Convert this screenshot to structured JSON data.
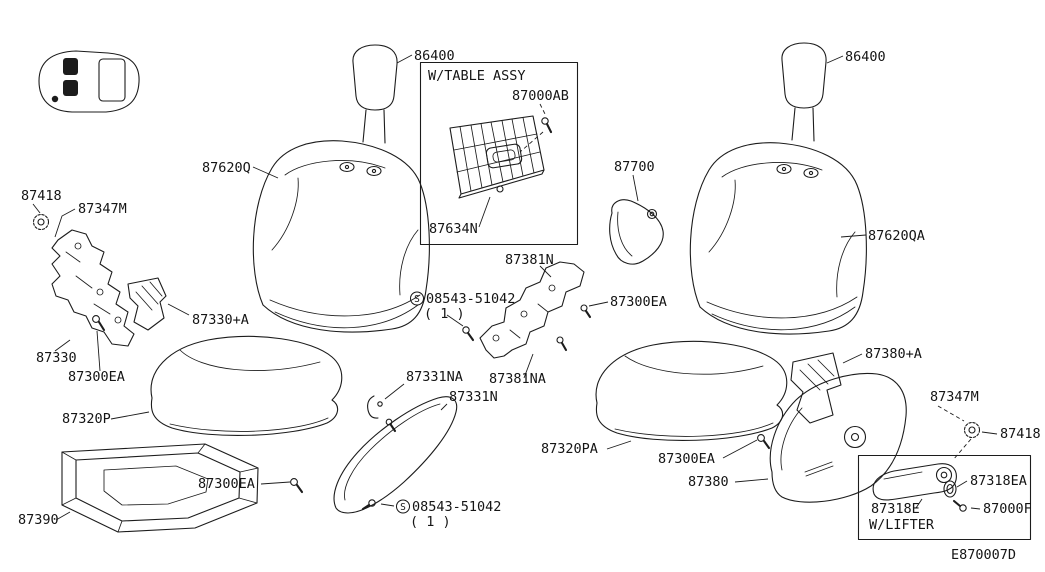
{
  "diagram": {
    "background": "#ffffff",
    "line_color": "#1c1c1c"
  },
  "labels": {
    "headrest_left": "86400",
    "headrest_right": "86400",
    "table_assy_title": "W/TABLE ASSY",
    "part_87000AB": "87000AB",
    "part_87634N": "87634N",
    "seatback_left": "87620Q",
    "seatback_right": "87620QA",
    "armrest": "87700",
    "washer_left": "87418",
    "washer_right": "87418",
    "clip_left": "87347M",
    "clip_right": "87347M",
    "center_bracket": "87381N",
    "center_bracket_na": "87381NA",
    "screw_spec_prefix": "S",
    "screw_spec_code": "08543-51042",
    "screw_spec_qty": "( 1 )",
    "bolt_center": "87300EA",
    "bolt_left": "87300EA",
    "bolt_shield_center": "87300EA",
    "bolt_right": "87300EA",
    "pad_plus_a": "87330+A",
    "frame_left": "87330",
    "clip_87331na": "87331NA",
    "shield_center": "87331N",
    "bracket_plus_a": "87380+A",
    "cushion_left": "87320P",
    "cushion_right": "87320PA",
    "shield_right": "87380",
    "ring_87318ea": "87318EA",
    "lever_87318e": "87318E",
    "lifter_note": "W/LIFTER",
    "screw_87000f": "87000F",
    "tray": "87390",
    "drawing_code": "E870007D"
  }
}
